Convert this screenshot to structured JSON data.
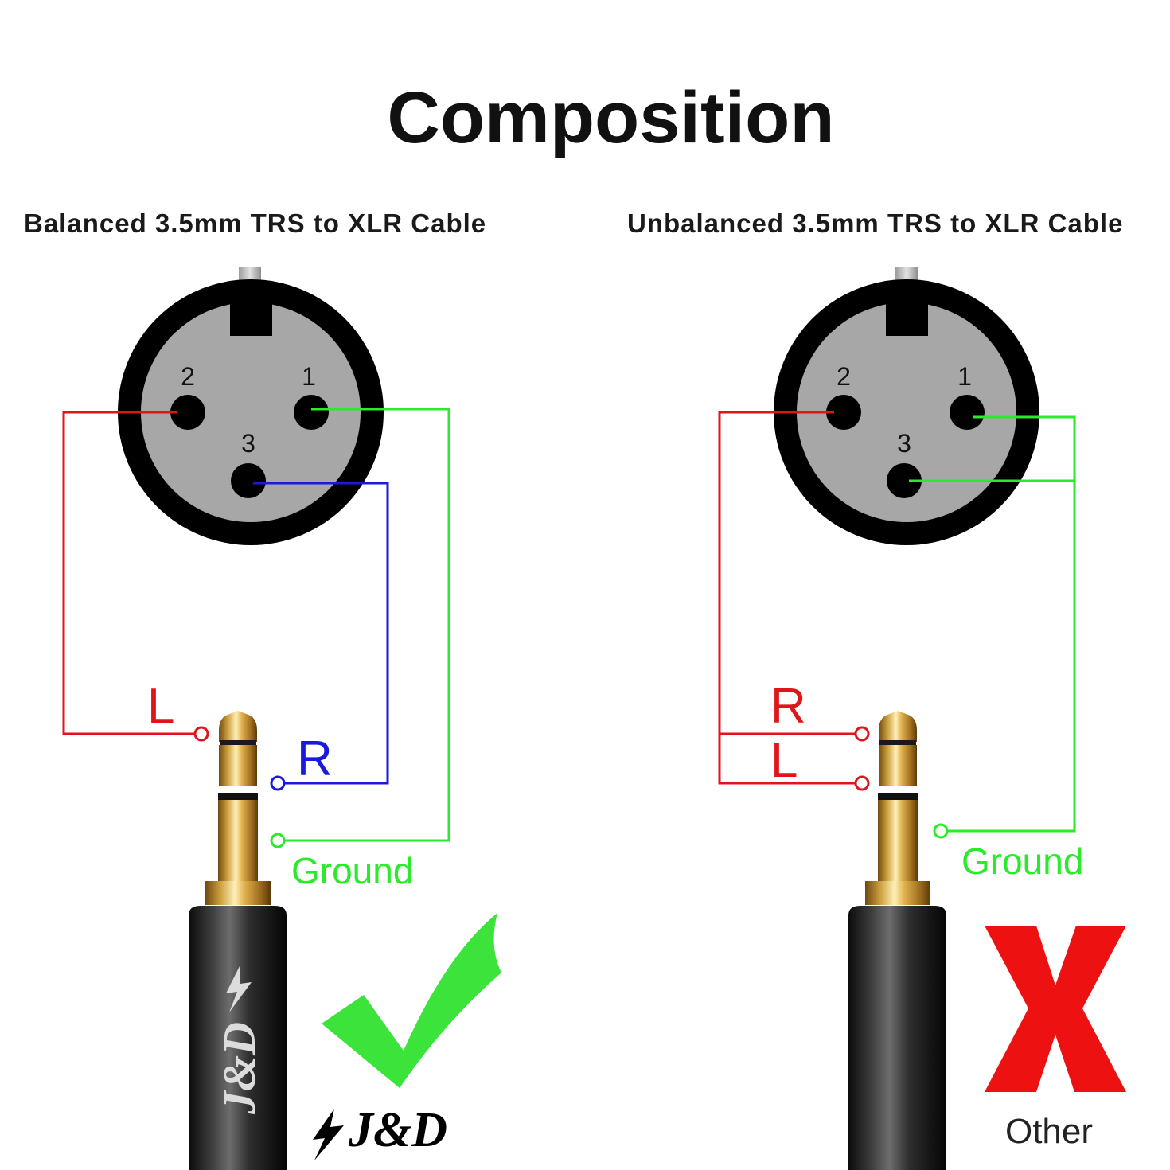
{
  "title": "Composition",
  "panels": {
    "balanced": {
      "title": "Balanced 3.5mm TRS to XLR Cable",
      "pins": {
        "p1": "1",
        "p2": "2",
        "p3": "3"
      },
      "labels": {
        "tip": "L",
        "ring": "R",
        "sleeve": "Ground"
      },
      "brand_on_plug": "J&D",
      "brand_logo": "J&D",
      "verdict_icon": "checkmark-icon"
    },
    "unbalanced": {
      "title": "Unbalanced 3.5mm TRS to XLR Cable",
      "pins": {
        "p1": "1",
        "p2": "2",
        "p3": "3"
      },
      "labels": {
        "tip": "R",
        "ring": "L",
        "sleeve": "Ground"
      },
      "verdict_icon": "cross-icon",
      "verdict_label": "Other"
    }
  },
  "colors": {
    "red": "#e0141b",
    "blue": "#1a1adc",
    "green": "#2bea2b",
    "check": "#3be33b",
    "cross": "#ee1111"
  }
}
